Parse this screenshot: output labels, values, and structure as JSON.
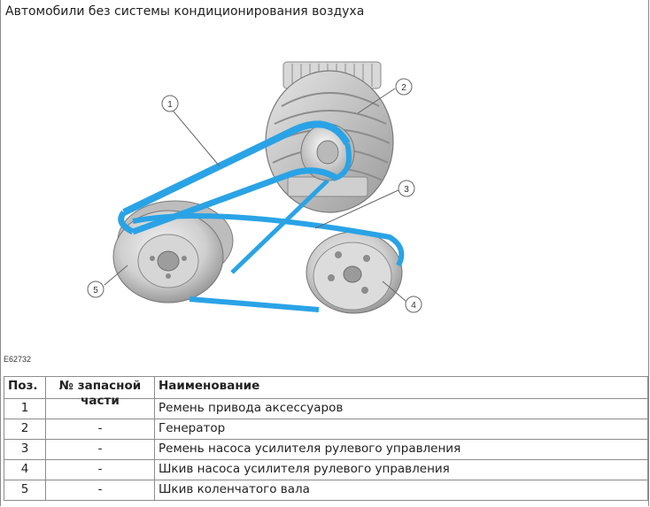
{
  "page": {
    "title": "Автомобили без системы кондиционирования воздуха",
    "figure_code": "E62732"
  },
  "callouts": [
    "1",
    "2",
    "3",
    "4",
    "5"
  ],
  "colors": {
    "belt": "#2aa3e6",
    "part_grey": "#c9c9c9",
    "callout_line": "#666666"
  },
  "table": {
    "headers": {
      "pos": "Поз.",
      "part_no": "№ запасной части",
      "name": "Наименование"
    },
    "rows": [
      {
        "pos": "1",
        "part_no": "",
        "name": "Ремень привода аксессуаров"
      },
      {
        "pos": "2",
        "part_no": "-",
        "name": "Генератор"
      },
      {
        "pos": "3",
        "part_no": "-",
        "name": "Ремень насоса усилителя рулевого управления"
      },
      {
        "pos": "4",
        "part_no": "-",
        "name": "Шкив насоса усилителя рулевого управления"
      },
      {
        "pos": "5",
        "part_no": "-",
        "name": "Шкив коленчатого вала"
      }
    ]
  }
}
